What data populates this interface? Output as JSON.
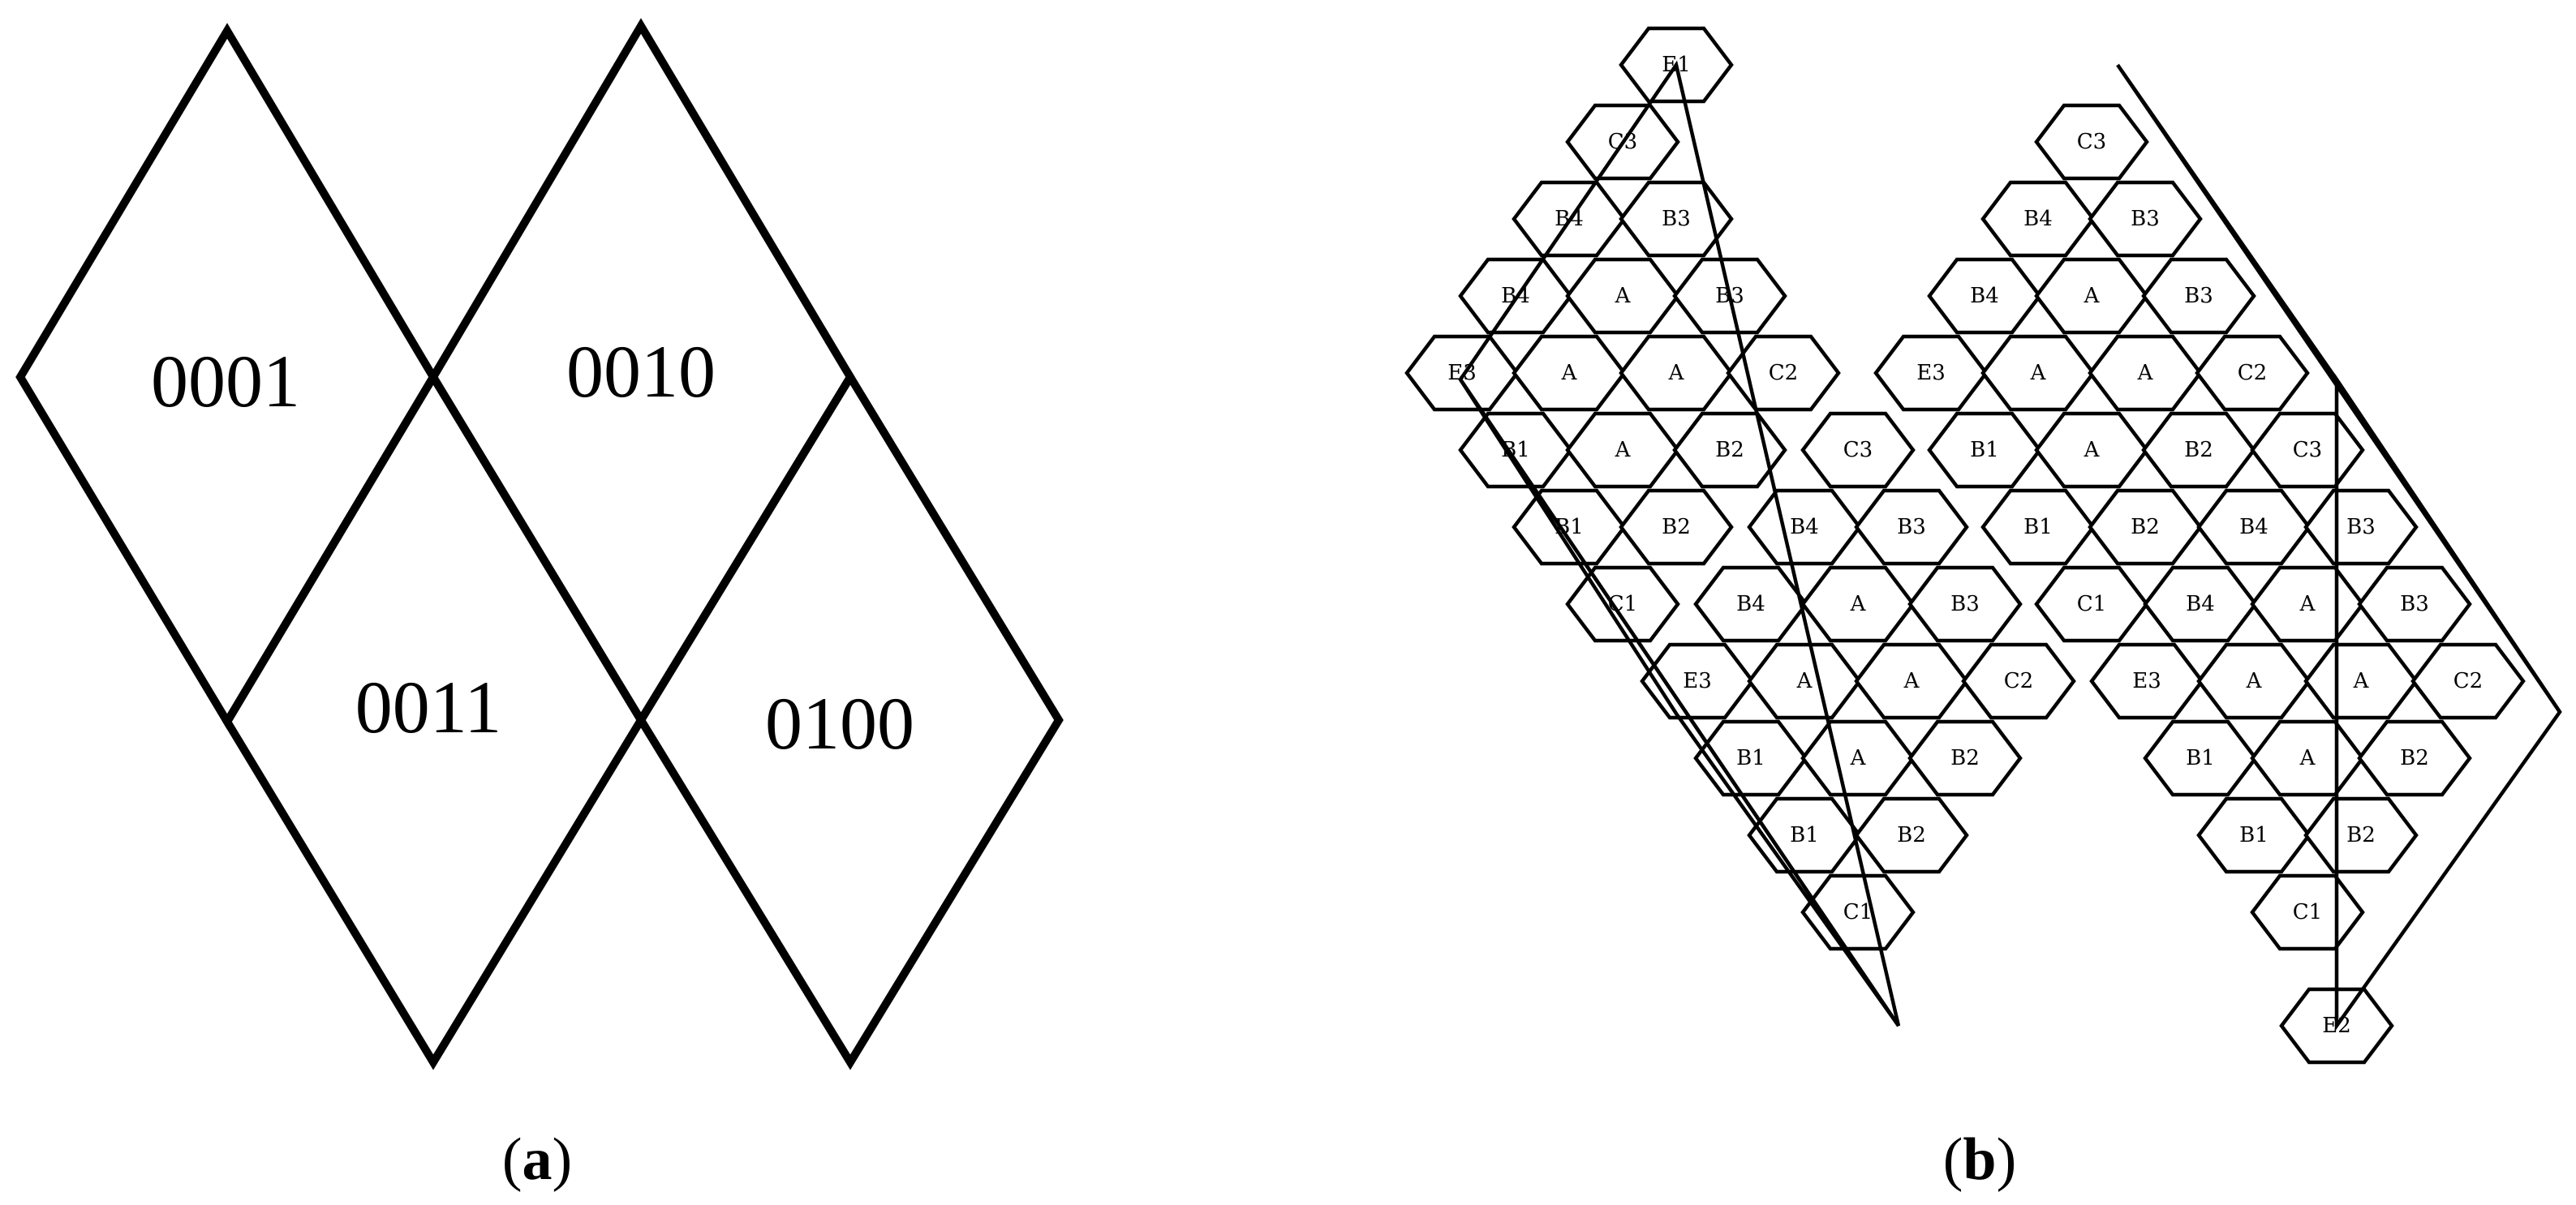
{
  "panel_a": {
    "caption_letter": "a",
    "rhombi": [
      {
        "label": "0001"
      },
      {
        "label": "0010"
      },
      {
        "label": "0011"
      },
      {
        "label": "0100"
      }
    ]
  },
  "panel_b": {
    "caption_letter": "b",
    "cell_labels": [
      "E1",
      "C3",
      "B4",
      "B3",
      "A",
      "E3",
      "C2",
      "B1",
      "B2",
      "C1",
      "E2"
    ]
  }
}
